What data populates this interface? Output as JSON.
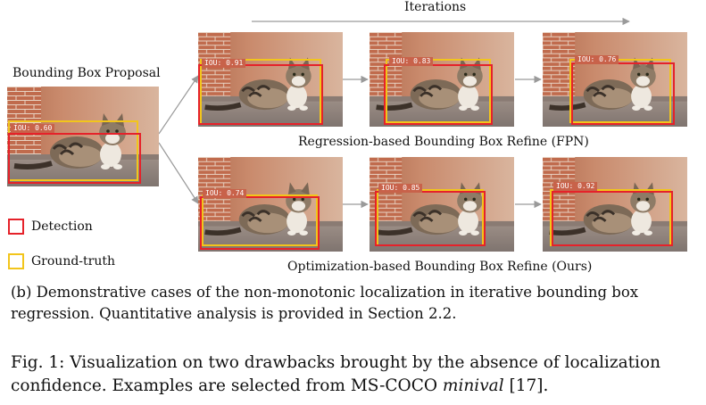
{
  "header": {
    "iterations_label": "Iterations"
  },
  "proposal": {
    "title": "Bounding Box Proposal",
    "iou": "IOU: 0.60"
  },
  "rows": [
    {
      "label": "Regression-based Bounding Box Refine (FPN)",
      "ious": [
        "IOU: 0.91",
        "IOU: 0.83",
        "IOU: 0.76"
      ]
    },
    {
      "label": "Optimization-based Bounding Box Refine (Ours)",
      "ious": [
        "IOU: 0.74",
        "IOU: 0.85",
        "IOU: 0.92"
      ]
    }
  ],
  "legend": [
    {
      "label": "Detection",
      "color": "#e5222a"
    },
    {
      "label": "Ground-truth",
      "color": "#f2c51b"
    }
  ],
  "sub_caption": {
    "line1": "(b) Demonstrative cases of the non-monotonic localization in iterative bounding box",
    "line2": "regression. Quantitative analysis is provided in Section 2.2."
  },
  "figure_caption": {
    "line1": "Fig. 1: Visualization on two drawbacks brought by the absence of localization",
    "line2_prefix": "confidence. Examples are selected from MS-COCO ",
    "line2_italic": "minival",
    "line2_suffix": " [17]."
  },
  "colors": {
    "detection": "#e5222a",
    "ground_truth": "#f2c51b",
    "iou_tag": "#c8624a",
    "arrow": "#9a9a9a"
  }
}
